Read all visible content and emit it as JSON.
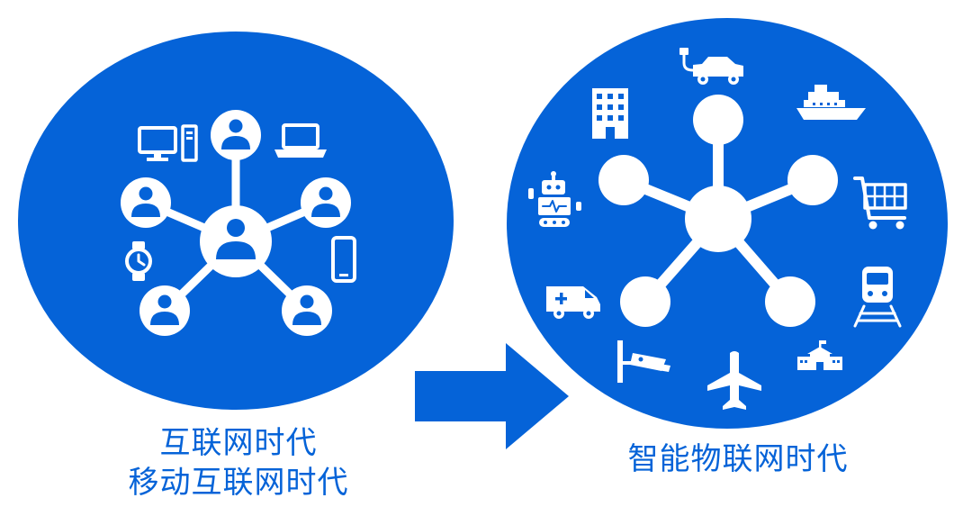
{
  "theme": {
    "accent": "#0563d8",
    "panel": "#0563d8",
    "mark": "#ffffff",
    "background": "#ffffff"
  },
  "left_panel": {
    "caption_line1": "互联网时代",
    "caption_line2": "移动互联网时代",
    "hub_icon": "user-icon",
    "node_icon": "user-icon",
    "device_icons": [
      "desktop-computer-icon",
      "laptop-icon",
      "smartwatch-icon",
      "smartphone-icon"
    ]
  },
  "arrow": {
    "icon": "right-arrow-icon"
  },
  "right_panel": {
    "caption": "智能物联网时代",
    "thing_icons": [
      "electric-car-icon",
      "building-icon",
      "ship-icon",
      "robot-icon",
      "shopping-cart-icon",
      "ambulance-icon",
      "train-icon",
      "security-camera-icon",
      "airplane-icon",
      "school-icon"
    ]
  }
}
